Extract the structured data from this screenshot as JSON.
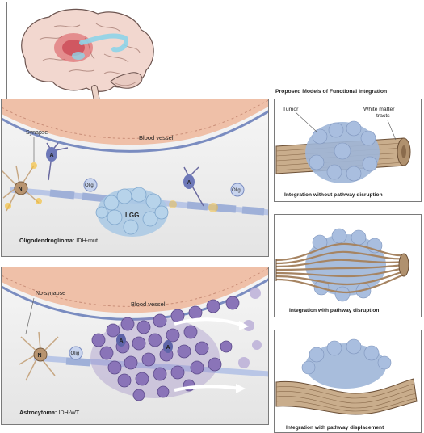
{
  "colors": {
    "vessel": "#e8b8a0",
    "vessel_edge": "#7a8cc0",
    "lgg_cells": "#9dbfdc",
    "astro_cells": "#8a74b8",
    "white_matter": "#c9ad8c",
    "tumor": "#9fb6d8",
    "glow": "#f3c040"
  },
  "models": {
    "title": "Proposed Models of Functional Integration",
    "tumor_label": "Tumor",
    "white_matter_label": "White matter\ntracts",
    "panel1_caption": "Integration without pathway disruption",
    "panel2_caption": "Integration with pathway disruption",
    "panel3_caption": "Integration with pathway displacement"
  },
  "oligo": {
    "synapse_label": "Synapse",
    "vessel_label": "Blood vessel",
    "neuron_label": "N",
    "astro_label_1": "A",
    "astro_label_2": "A",
    "olig_label_1": "Olig",
    "olig_label_2": "Olig",
    "tumor_label": "LGG",
    "caption_bold": "Oligodendroglioma:",
    "caption_rest": " IDH-mut"
  },
  "astro": {
    "no_synapse_label": "No synapse",
    "vessel_label": "Blood vessel",
    "neuron_label": "N",
    "olig_label": "Olig",
    "astro_label_1": "A",
    "astro_label_2": "A",
    "caption_bold": "Astrocytoma:",
    "caption_rest": " IDH-WT"
  }
}
